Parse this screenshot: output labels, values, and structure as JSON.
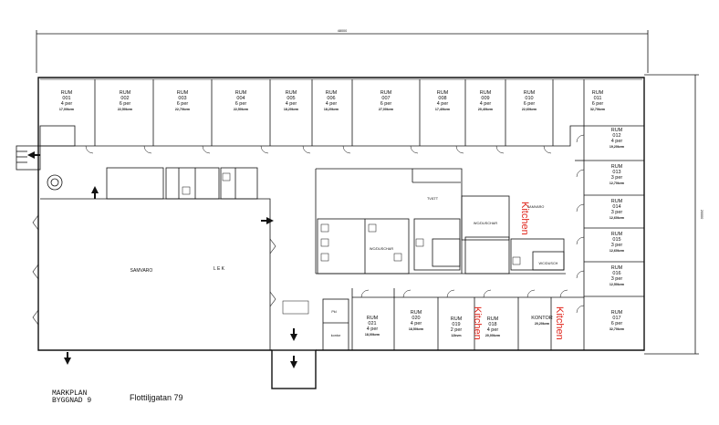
{
  "dimensions": {
    "width_label": "48000",
    "height_label": "20000"
  },
  "rooms": [
    {
      "id": "rum-001",
      "lines": [
        "RUM",
        "001",
        "4 per",
        "17,00kvm"
      ]
    },
    {
      "id": "rum-002",
      "lines": [
        "RUM",
        "002",
        "6 per",
        "22,50kvm"
      ]
    },
    {
      "id": "rum-003",
      "lines": [
        "RUM",
        "003",
        "6 per",
        "22,70kvm"
      ]
    },
    {
      "id": "rum-004",
      "lines": [
        "RUM",
        "004",
        "6 per",
        "22,50kvm"
      ]
    },
    {
      "id": "rum-005",
      "lines": [
        "RUM",
        "005",
        "4 per",
        "18,20kvm"
      ]
    },
    {
      "id": "rum-006",
      "lines": [
        "RUM",
        "006",
        "4 per",
        "18,20kvm"
      ]
    },
    {
      "id": "rum-007",
      "lines": [
        "RUM",
        "007",
        "6 per",
        "27,00kvm"
      ]
    },
    {
      "id": "rum-008",
      "lines": [
        "RUM",
        "008",
        "4 per",
        "17,40kvm"
      ]
    },
    {
      "id": "rum-009",
      "lines": [
        "RUM",
        "009",
        "4 per",
        "20,40kvm"
      ]
    },
    {
      "id": "rum-010",
      "lines": [
        "RUM",
        "010",
        "6 per",
        "22,60kvm"
      ]
    },
    {
      "id": "rum-011",
      "lines": [
        "RUM",
        "011",
        "6 per",
        "32,70kvm"
      ]
    },
    {
      "id": "rum-012",
      "lines": [
        "RUM",
        "012",
        "4 per",
        "19,20kvm"
      ]
    },
    {
      "id": "rum-013",
      "lines": [
        "RUM",
        "013",
        "3 per",
        "12,70kvm"
      ]
    },
    {
      "id": "rum-014",
      "lines": [
        "RUM",
        "014",
        "3 per",
        "12,60kvm"
      ]
    },
    {
      "id": "rum-015",
      "lines": [
        "RUM",
        "015",
        "3 per",
        "12,60kvm"
      ]
    },
    {
      "id": "rum-016",
      "lines": [
        "RUM",
        "016",
        "3 per",
        "12,50kvm"
      ]
    },
    {
      "id": "rum-017",
      "lines": [
        "RUM",
        "017",
        "6 per",
        "32,70kvm"
      ]
    },
    {
      "id": "rum-018",
      "lines": [
        "RUM",
        "018",
        "4 per",
        "20,00kvm"
      ]
    },
    {
      "id": "rum-019",
      "lines": [
        "RUM",
        "019",
        "2 per",
        "12kvm"
      ]
    },
    {
      "id": "rum-020",
      "lines": [
        "RUM",
        "020",
        "4 per",
        "18,50kvm"
      ]
    },
    {
      "id": "rum-021",
      "lines": [
        "RUM",
        "021",
        "4 per",
        "18,00kvm"
      ]
    }
  ],
  "labels": {
    "samvaro": "SAMVARO",
    "lek": "L E K",
    "tvatt": "TVÄTT",
    "wc_dusch_a": "WC/DUSCHAR",
    "wc_dusch_b": "WC/DUSCHAR",
    "wc_dusch_c": "WC/DUSCH",
    "samvaro_small": "SAMVARO",
    "kontor": "KONTOR",
    "kontor_area": "20,20kvm",
    "kontor_small": "kontor",
    "pkl": "Pkl"
  },
  "kitchen_label": "Kitchen",
  "legend": {
    "line1": "MARKPLAN",
    "line2": "BYGGNAD 9",
    "address": "Flottiljgatan 79"
  },
  "colors": {
    "line": "#111111",
    "kitchen_text": "#e0261c",
    "background": "#ffffff"
  }
}
